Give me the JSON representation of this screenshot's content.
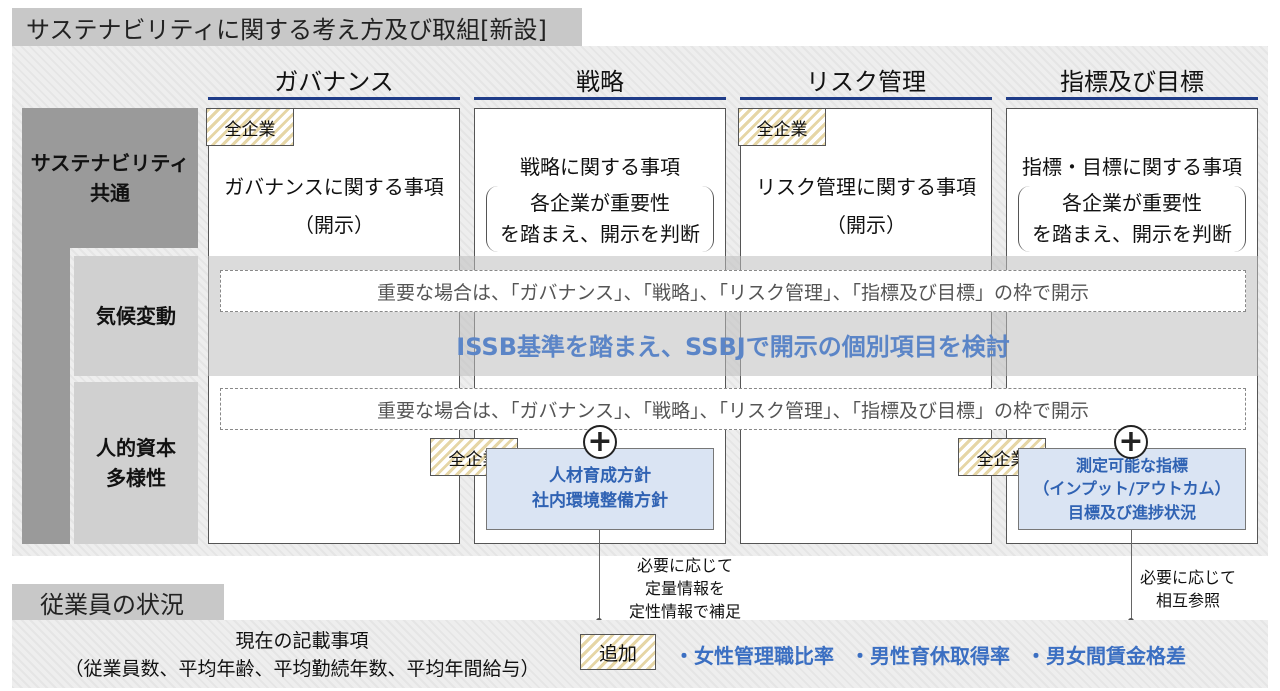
{
  "title": "サステナビリティに関する考え方及び取組[新設]",
  "columns": [
    "ガバナンス",
    "戦略",
    "リスク管理",
    "指標及び目標"
  ],
  "row_labels": {
    "common": "サステナビリティ\n共通",
    "climate": "気候変動",
    "human": "人的資本\n多様性"
  },
  "badge_all": "全企業",
  "boxes": {
    "governance": {
      "line1": "ガバナンスに関する事項",
      "line2": "（開示）"
    },
    "strategy": {
      "line1": "戦略に関する事項",
      "paren": "各企業が重要性\nを踏まえ、開示を判断"
    },
    "risk": {
      "line1": "リスク管理に関する事項",
      "line2": "（開示）"
    },
    "metrics": {
      "line1": "指標・目標に関する事項",
      "paren": "各企業が重要性\nを踏まえ、開示を判断"
    }
  },
  "dashed_note": "重要な場合は、「ガバナンス」、「戦略」、「リスク管理」、「指標及び目標」の枠で開示",
  "issb_text": "ISSB基準を踏まえ、SSBJで開示の個別項目を検討",
  "plus_symbol": "+",
  "hr_box1": "人材育成方針\n社内環境整備方針",
  "hr_box2": "測定可能な指標\n（インプット/アウトカム）\n目標及び進捗状況",
  "note_left": "必要に応じて\n定量情報を\n定性情報で補足",
  "note_right": "必要に応じて\n相互参照",
  "employee_title": "従業員の状況",
  "current_items": "現在の記載事項\n（従業員数、平均年齢、平均勤続年数、平均年間給与）",
  "add_label": "追加",
  "add_items": [
    "・女性管理職比率",
    "・男性育休取得率",
    "・男女間賃金格差"
  ]
}
